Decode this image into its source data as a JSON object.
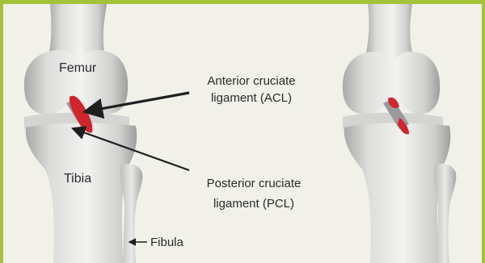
{
  "labels": {
    "femur": "Femur",
    "tibia": "Tibia",
    "fibula": "Fibula",
    "acl_line1": "Anterior cruciate",
    "acl_line2": "ligament (ACL)",
    "pcl_line1": "Posterior cruciate",
    "pcl_line2": "ligament (PCL)"
  },
  "colors": {
    "frame_border": "#a6c23a",
    "background": "#f1f1ea",
    "bone_light": "#e4e4e2",
    "bone_shadow": "#b9b9b7",
    "acl": "#d0252c",
    "pcl": "#9a9a9a",
    "arrow": "#1f1f1f"
  }
}
